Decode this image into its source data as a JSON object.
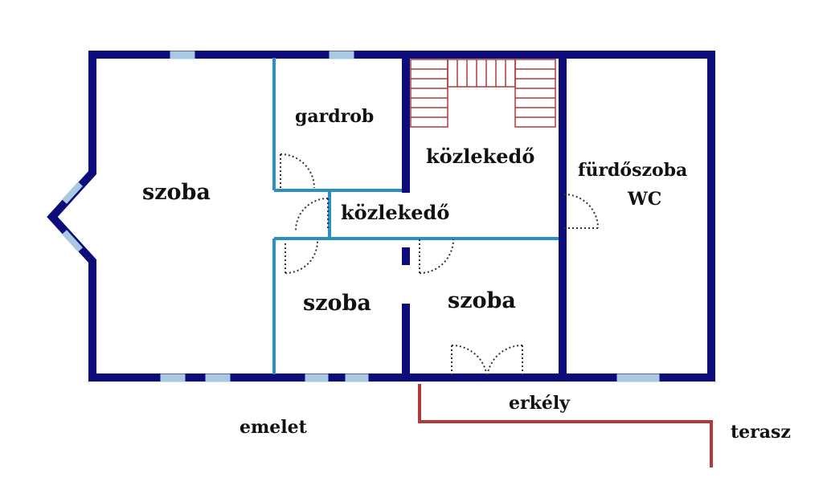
{
  "floor_label": "emelet",
  "rooms": {
    "main_room": "szoba",
    "closet": "gardrob",
    "hall_upper": "közlekedő",
    "hall_lower": "közlekedő",
    "bathroom": "fürdőszoba",
    "wc": "WC",
    "room_middle": "szoba",
    "room_right": "szoba"
  },
  "outdoor": {
    "balcony": "erkély",
    "terrace": "terasz"
  },
  "colors": {
    "outer_wall": "#0c0c7a",
    "inner_wall": "#2a8fc4",
    "window": "#a9c8e2",
    "door_arc": "#333333",
    "stairs": "#b03a3a",
    "terrace_line": "#b03a3a"
  }
}
